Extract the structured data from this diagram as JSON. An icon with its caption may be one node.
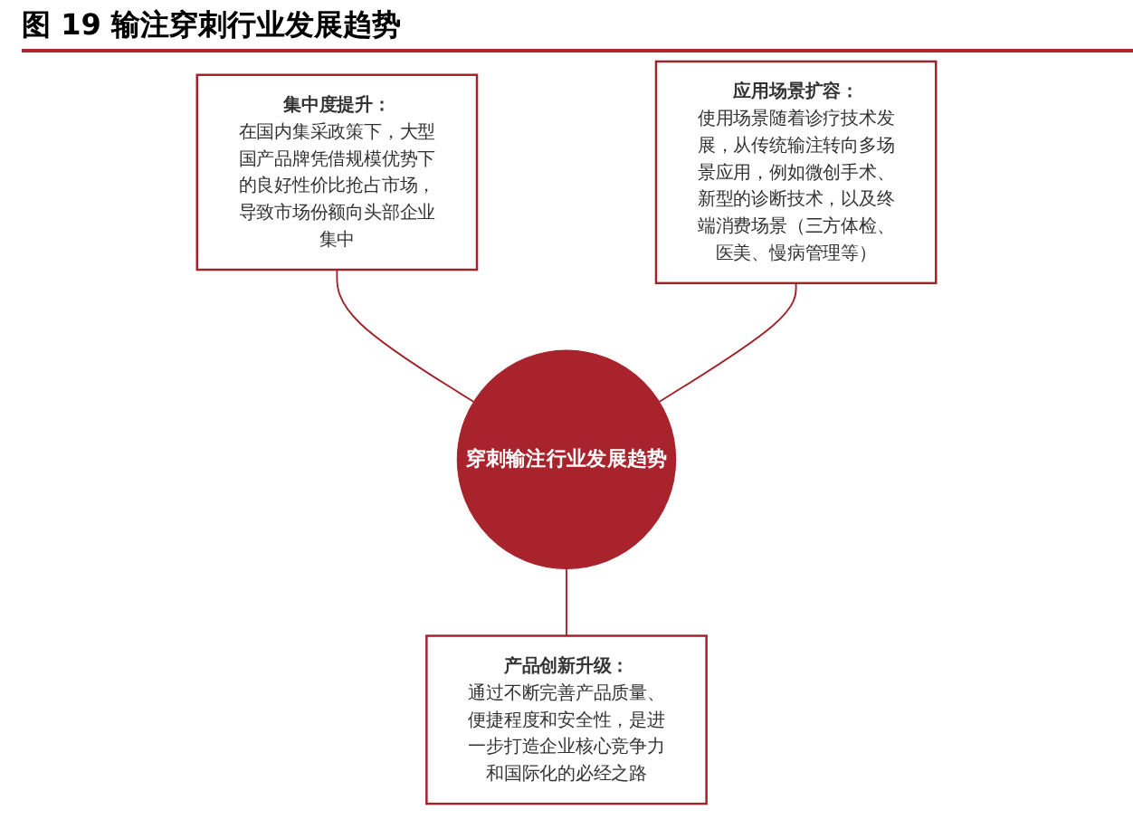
{
  "diagram": {
    "title": "图 19 输注穿刺行业发展趋势",
    "nodes": [
      {
        "text": [
          "集中度提升：",
          "在国内集采政策下，大型国产品牌凭借规模优势下的良好性价比抢占市场，导致市场份额向头部企业集中"
        ]
      },
      {
        "text": [
          "应用场景扩容：",
          "使用场景随着诊疗技术发展，从传统输注转向多场景应用，例如微创手术、新型的诊断技术，以及终端消费场景（三方体检、医美、慢病管理等）"
        ]
      },
      {
        "text": [
          "穿刺输注行业发展趋势"
        ]
      },
      {
        "text": [
          "产品创新升级：",
          "通过不断完善产品质量、便捷程度和安全性，是进一步打造企业核心竞争力和国际化的必经之路"
        ]
      }
    ],
    "edges": [
      {
        "from": 0,
        "to": 2,
        "arrow": "none"
      },
      {
        "from": 1,
        "to": 2,
        "arrow": "none"
      },
      {
        "from": 2,
        "to": 3,
        "arrow": "none"
      }
    ]
  }
}
